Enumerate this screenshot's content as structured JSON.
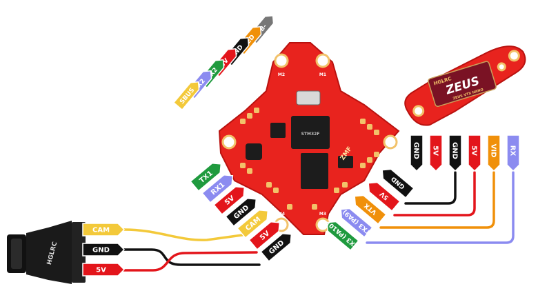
{
  "colors": {
    "board": "#e8231e",
    "board_edge": "#b9120f",
    "pad": "#f2c26a",
    "chip": "#1c1c1c",
    "black": "#111111",
    "red": "#e3151b",
    "green": "#1f9a3e",
    "blue": "#8b8bf0",
    "yellow": "#f3c93a",
    "orange": "#f0900a",
    "grey": "#777777",
    "camera": "#1a1a1a"
  },
  "fc_board": {
    "motor_labels": [
      "M1",
      "M2",
      "M3",
      "M4"
    ],
    "silk_text": "ZMF",
    "chip_text": "STM32F"
  },
  "top_left_pads": [
    {
      "text": "DB-",
      "color": "grey"
    },
    {
      "text": "LED",
      "color": "orange"
    },
    {
      "text": "GND",
      "color": "black"
    },
    {
      "text": "5V",
      "color": "red"
    },
    {
      "text": "RX2",
      "color": "green"
    },
    {
      "text": "TX2",
      "color": "blue"
    },
    {
      "text": "SBUS",
      "color": "yellow"
    }
  ],
  "left_pads": [
    {
      "text": "TX1",
      "color": "green"
    },
    {
      "text": "RX1",
      "color": "blue"
    },
    {
      "text": "5V",
      "color": "red"
    },
    {
      "text": "GND",
      "color": "black"
    },
    {
      "text": "CAM",
      "color": "yellow"
    },
    {
      "text": "5V",
      "color": "red"
    },
    {
      "text": "GND",
      "color": "black"
    }
  ],
  "bottom_right_pads": [
    {
      "text": "GND",
      "color": "black"
    },
    {
      "text": "5V",
      "color": "red"
    },
    {
      "text": "VTX",
      "color": "orange"
    },
    {
      "text": "TX3 (PA9)",
      "color": "blue"
    },
    {
      "text": "RX3 (PA10)",
      "color": "green"
    }
  ],
  "vtx": {
    "brand_tag": "HGLRC",
    "title": "ZEUS",
    "subtitle": "ZEUS VTX NANO",
    "pins": [
      {
        "text": "GND",
        "color": "black"
      },
      {
        "text": "5V",
        "color": "red"
      },
      {
        "text": "GND",
        "color": "black"
      },
      {
        "text": "5V",
        "color": "red"
      },
      {
        "text": "VID",
        "color": "orange"
      },
      {
        "text": "RX",
        "color": "blue"
      }
    ]
  },
  "camera": {
    "brand": "HGLRC",
    "pins": [
      {
        "text": "CAM",
        "color": "yellow"
      },
      {
        "text": "GND",
        "color": "black"
      },
      {
        "text": "5V",
        "color": "red"
      }
    ]
  }
}
